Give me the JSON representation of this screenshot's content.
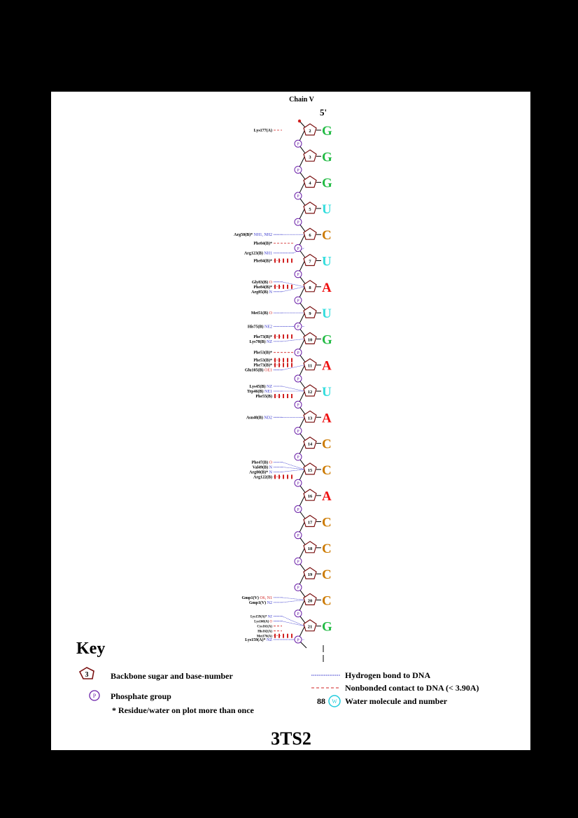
{
  "chain_title": "Chain V",
  "five_prime": "5'",
  "pdb_id": "3TS2",
  "colors": {
    "sugar": "#7a1010",
    "phosphate": "#6a1fa8",
    "hbond": "#3333cc",
    "nonbond": "#d02020",
    "residue": "#000000",
    "atom_n": "#3333cc",
    "atom_o": "#d02020",
    "G": "#22bb44",
    "U": "#33dddd",
    "C": "#cc7a00",
    "A": "#ee1111",
    "water": "#22ccdd"
  },
  "nucleotides": [
    {
      "num": "2",
      "base": "G"
    },
    {
      "num": "3",
      "base": "G"
    },
    {
      "num": "4",
      "base": "G"
    },
    {
      "num": "5",
      "base": "U"
    },
    {
      "num": "6",
      "base": "C"
    },
    {
      "num": "7",
      "base": "U"
    },
    {
      "num": "8",
      "base": "A"
    },
    {
      "num": "9",
      "base": "U"
    },
    {
      "num": "10",
      "base": "G"
    },
    {
      "num": "11",
      "base": "A"
    },
    {
      "num": "12",
      "base": "U"
    },
    {
      "num": "13",
      "base": "A"
    },
    {
      "num": "14",
      "base": "C"
    },
    {
      "num": "15",
      "base": "C"
    },
    {
      "num": "16",
      "base": "A"
    },
    {
      "num": "17",
      "base": "C"
    },
    {
      "num": "18",
      "base": "C"
    },
    {
      "num": "19",
      "base": "C"
    },
    {
      "num": "20",
      "base": "C"
    },
    {
      "num": "21",
      "base": "G"
    }
  ],
  "phosphate_label": "P",
  "contacts": [
    {
      "residue": "Lys177(A)",
      "atom": "",
      "atom_type": "",
      "kind": "nonbond",
      "target": "sugar",
      "idx": 0,
      "slot": 0
    },
    {
      "residue": "Arg50(B)*",
      "atom": "NH1, NH2",
      "atom_type": "n",
      "kind": "hbond",
      "target": "sugar",
      "idx": 4,
      "slot": 0
    },
    {
      "residue": "Phe84(B)*",
      "atom": "",
      "atom_type": "",
      "kind": "nonbond",
      "target": "phosphate",
      "idx": 5,
      "slot": -1
    },
    {
      "residue": "Arg123(B)",
      "atom": "NH1",
      "atom_type": "n",
      "kind": "hbond",
      "target": "phosphate",
      "idx": 5,
      "slot": 1
    },
    {
      "residue": "Phe84(B)*",
      "atom": "",
      "atom_type": "",
      "kind": "stack",
      "target": "sugar",
      "idx": 5,
      "slot": 0
    },
    {
      "residue": "Gly83(B)",
      "atom": "O",
      "atom_type": "o",
      "kind": "hbond",
      "target": "sugar",
      "idx": 6,
      "slot": -1
    },
    {
      "residue": "Phe84(B)*",
      "atom": "",
      "atom_type": "",
      "kind": "stack",
      "target": "sugar",
      "idx": 6,
      "slot": 0
    },
    {
      "residue": "Arg85(B)",
      "atom": "N",
      "atom_type": "n",
      "kind": "hbond",
      "target": "sugar",
      "idx": 6,
      "slot": 1
    },
    {
      "residue": "Met51(B)",
      "atom": "O",
      "atom_type": "o",
      "kind": "hbond",
      "target": "sugar",
      "idx": 7,
      "slot": 0
    },
    {
      "residue": "His75(B)",
      "atom": "NE2",
      "atom_type": "n",
      "kind": "hbond",
      "target": "phosphate",
      "idx": 8,
      "slot": 0
    },
    {
      "residue": "Phe73(B)*",
      "atom": "",
      "atom_type": "",
      "kind": "stack",
      "target": "sugar",
      "idx": 8,
      "slot": -0.5
    },
    {
      "residue": "Lys78(B)",
      "atom": "NZ",
      "atom_type": "n",
      "kind": "hbond",
      "target": "sugar",
      "idx": 8,
      "slot": 0.5
    },
    {
      "residue": "Phe53(B)*",
      "atom": "",
      "atom_type": "",
      "kind": "nonbond",
      "target": "phosphate",
      "idx": 9,
      "slot": 0
    },
    {
      "residue": "Phe53(B)*",
      "atom": "",
      "atom_type": "",
      "kind": "stack",
      "target": "sugar",
      "idx": 9,
      "slot": -1
    },
    {
      "residue": "Phe73(B)*",
      "atom": "",
      "atom_type": "",
      "kind": "stack",
      "target": "sugar",
      "idx": 9,
      "slot": 0
    },
    {
      "residue": "Glu105(B)",
      "atom": "OE1",
      "atom_type": "o",
      "kind": "hbond",
      "target": "sugar",
      "idx": 9,
      "slot": 1
    },
    {
      "residue": "Lys45(B)",
      "atom": "NZ",
      "atom_type": "n",
      "kind": "hbond",
      "target": "sugar",
      "idx": 10,
      "slot": -1
    },
    {
      "residue": "Trp46(B)",
      "atom": "NE1",
      "atom_type": "n",
      "kind": "hbond",
      "target": "sugar",
      "idx": 10,
      "slot": 0
    },
    {
      "residue": "Phe55(B)",
      "atom": "",
      "atom_type": "",
      "kind": "stack",
      "target": "sugar",
      "idx": 10,
      "slot": 1
    },
    {
      "residue": "Asn48(B)",
      "atom": "ND2",
      "atom_type": "n",
      "kind": "hbond",
      "target": "sugar",
      "idx": 11,
      "slot": 0
    },
    {
      "residue": "Phe47(B)",
      "atom": "O",
      "atom_type": "o",
      "kind": "hbond",
      "target": "sugar",
      "idx": 13,
      "slot": -1.5
    },
    {
      "residue": "Val49(B)",
      "atom": "N",
      "atom_type": "n",
      "kind": "hbond",
      "target": "sugar",
      "idx": 13,
      "slot": -0.5
    },
    {
      "residue": "Arg80(B)*",
      "atom": "N",
      "atom_type": "n",
      "kind": "hbond",
      "target": "sugar",
      "idx": 13,
      "slot": 0.5
    },
    {
      "residue": "Arg122(B)",
      "atom": "",
      "atom_type": "",
      "kind": "stack",
      "target": "sugar",
      "idx": 13,
      "slot": 1.5
    },
    {
      "residue": "Gmp1(V)",
      "atom": "O6, N1",
      "atom_type": "on",
      "kind": "hbond",
      "target": "sugar",
      "idx": 18,
      "slot": -0.5
    },
    {
      "residue": "Gmp1(V)",
      "atom": "N2",
      "atom_type": "n",
      "kind": "hbond",
      "target": "sugar",
      "idx": 18,
      "slot": 0.5
    },
    {
      "residue": "Lys159(A)*",
      "atom": "NZ",
      "atom_type": "n",
      "kind": "hbond",
      "target": "sugar",
      "idx": 19,
      "slot": -2
    },
    {
      "residue": "Lys160(A)",
      "atom": "O",
      "atom_type": "o",
      "kind": "hbond",
      "target": "sugar",
      "idx": 19,
      "slot": -1
    },
    {
      "residue": "Cys161(A)",
      "atom": "",
      "atom_type": "",
      "kind": "nonbond",
      "target": "sugar",
      "idx": 19,
      "slot": 0
    },
    {
      "residue": "His162(A)",
      "atom": "",
      "atom_type": "",
      "kind": "nonbond",
      "target": "sugar",
      "idx": 19,
      "slot": 1
    },
    {
      "residue": "Met176(A)",
      "atom": "",
      "atom_type": "",
      "kind": "stack",
      "target": "sugar",
      "idx": 19,
      "slot": 2
    },
    {
      "residue": "Lys159(A)*",
      "atom": "NZ",
      "atom_type": "n",
      "kind": "hbond",
      "target": "phosphate",
      "idx": 20,
      "slot": 0
    }
  ],
  "key": {
    "title": "Key",
    "sugar_example": "3",
    "phosphate_example": "P",
    "water_example": "W",
    "water_number": "88",
    "items": {
      "sugar": "Backbone sugar and base-number",
      "phosphate": "Phosphate group",
      "asterisk": "* Residue/water on plot more than once",
      "hbond": "Hydrogen bond to DNA",
      "nonbond": "Nonbonded contact to DNA (< 3.90A)",
      "water": "Water molecule and number"
    }
  }
}
